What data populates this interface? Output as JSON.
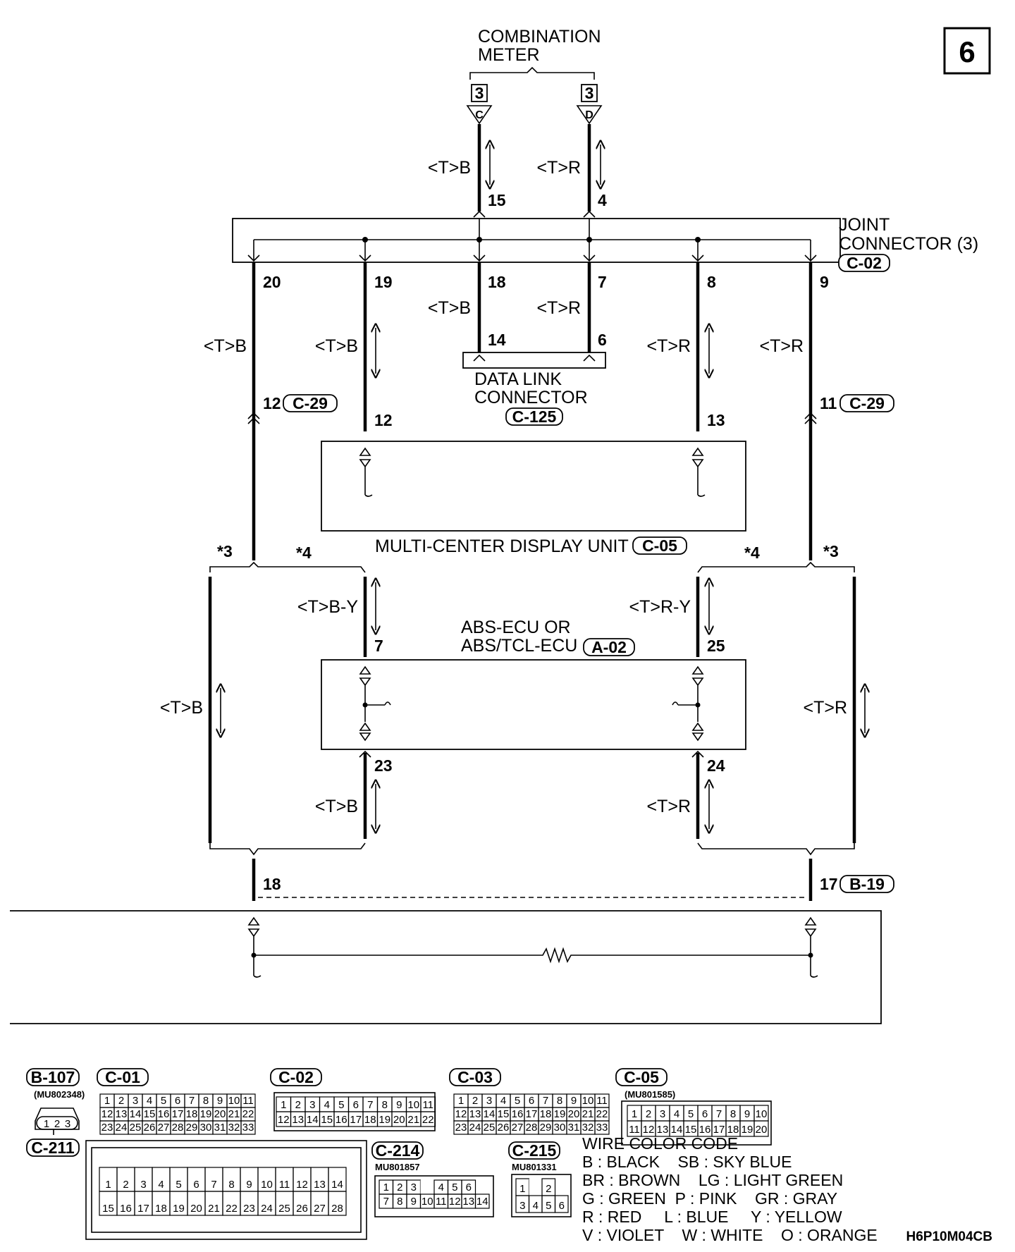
{
  "page_number": "6",
  "drawing_code": "H6P10M04CB",
  "combination_meter": {
    "title_line1": "COMBINATION",
    "title_line2": "METER",
    "terminal_left": {
      "box": "3",
      "letter": "C"
    },
    "terminal_right": {
      "box": "3",
      "letter": "D"
    }
  },
  "wire_labels": {
    "tb": "<T>B",
    "tr": "<T>R",
    "tby": "<T>B-Y",
    "try": "<T>R-Y"
  },
  "joint_connector": {
    "title_line1": "JOINT",
    "title_line2": "CONNECTOR (3)",
    "code": "C-02",
    "pins": {
      "p15": "15",
      "p4": "4",
      "p20": "20",
      "p19": "19",
      "p18": "18",
      "p7": "7",
      "p8": "8",
      "p9": "9"
    }
  },
  "data_link_connector": {
    "title_line1": "DATA LINK",
    "title_line2": "CONNECTOR",
    "code": "C-125",
    "pins": {
      "p14": "14",
      "p6": "6"
    }
  },
  "c29": {
    "code": "C-29",
    "pin_left": "12",
    "pin_right": "11"
  },
  "multi_center_display": {
    "title": "MULTI-CENTER DISPLAY UNIT",
    "code": "C-05",
    "pins": {
      "p12": "12",
      "p13": "13"
    }
  },
  "variant_marks": {
    "star3": "*3",
    "star4": "*4"
  },
  "abs_ecu": {
    "title_line1": "ABS-ECU OR",
    "title_line2": "ABS/TCL-ECU",
    "code": "A-02",
    "pins": {
      "p7": "7",
      "p25": "25",
      "p23": "23",
      "p24": "24"
    }
  },
  "b19": {
    "code": "B-19",
    "pin_left": "18",
    "pin_right": "17"
  },
  "connector_views": {
    "b107": {
      "code": "B-107",
      "part": "(MU802348)",
      "pins": [
        "1",
        "2",
        "3"
      ]
    },
    "c01": {
      "code": "C-01",
      "rows": [
        [
          "1",
          "2",
          "3",
          "4",
          "5",
          "6",
          "7",
          "8",
          "9",
          "10",
          "11"
        ],
        [
          "12",
          "13",
          "14",
          "15",
          "16",
          "17",
          "18",
          "19",
          "20",
          "21",
          "22"
        ],
        [
          "23",
          "24",
          "25",
          "26",
          "27",
          "28",
          "29",
          "30",
          "31",
          "32",
          "33"
        ]
      ]
    },
    "c02": {
      "code": "C-02",
      "rows": [
        [
          "1",
          "2",
          "3",
          "4",
          "5",
          "6",
          "7",
          "8",
          "9",
          "10",
          "11"
        ],
        [
          "12",
          "13",
          "14",
          "15",
          "16",
          "17",
          "18",
          "19",
          "20",
          "21",
          "22"
        ]
      ]
    },
    "c03": {
      "code": "C-03",
      "rows": [
        [
          "1",
          "2",
          "3",
          "4",
          "5",
          "6",
          "7",
          "8",
          "9",
          "10",
          "11"
        ],
        [
          "12",
          "13",
          "14",
          "15",
          "16",
          "17",
          "18",
          "19",
          "20",
          "21",
          "22"
        ],
        [
          "23",
          "24",
          "25",
          "26",
          "27",
          "28",
          "29",
          "30",
          "31",
          "32",
          "33"
        ]
      ]
    },
    "c05": {
      "code": "C-05",
      "part": "(MU801585)",
      "rows": [
        [
          "1",
          "2",
          "3",
          "4",
          "5",
          "6",
          "7",
          "8",
          "9",
          "10"
        ],
        [
          "11",
          "12",
          "13",
          "14",
          "15",
          "16",
          "17",
          "18",
          "19",
          "20"
        ]
      ]
    },
    "c211": {
      "code": "C-211",
      "rows": [
        [
          "1",
          "2",
          "3",
          "4",
          "5",
          "6",
          "7",
          "8",
          "9",
          "10",
          "11",
          "12",
          "13",
          "14"
        ],
        [
          "15",
          "16",
          "17",
          "18",
          "19",
          "20",
          "21",
          "22",
          "23",
          "24",
          "25",
          "26",
          "27",
          "28"
        ]
      ]
    },
    "c214": {
      "code": "C-214",
      "part": "MU801857",
      "rows": [
        [
          "1",
          "2",
          "3",
          "",
          "4",
          "5",
          "6"
        ],
        [
          "7",
          "8",
          "9",
          "10",
          "11",
          "12",
          "13",
          "14"
        ]
      ]
    },
    "c215": {
      "code": "C-215",
      "part": "MU801331",
      "rows": [
        [
          "1",
          "",
          "2"
        ],
        [
          "3",
          "4",
          "5",
          "6"
        ]
      ]
    }
  },
  "wire_color_code": {
    "title": "WIRE COLOR CODE",
    "lines": [
      "B : BLACK    SB : SKY BLUE",
      "BR : BROWN    LG : LIGHT GREEN",
      "G : GREEN  P : PINK    GR : GRAY",
      "R : RED     L : BLUE     Y : YELLOW",
      "V : VIOLET    W : WHITE    O : ORANGE"
    ]
  }
}
